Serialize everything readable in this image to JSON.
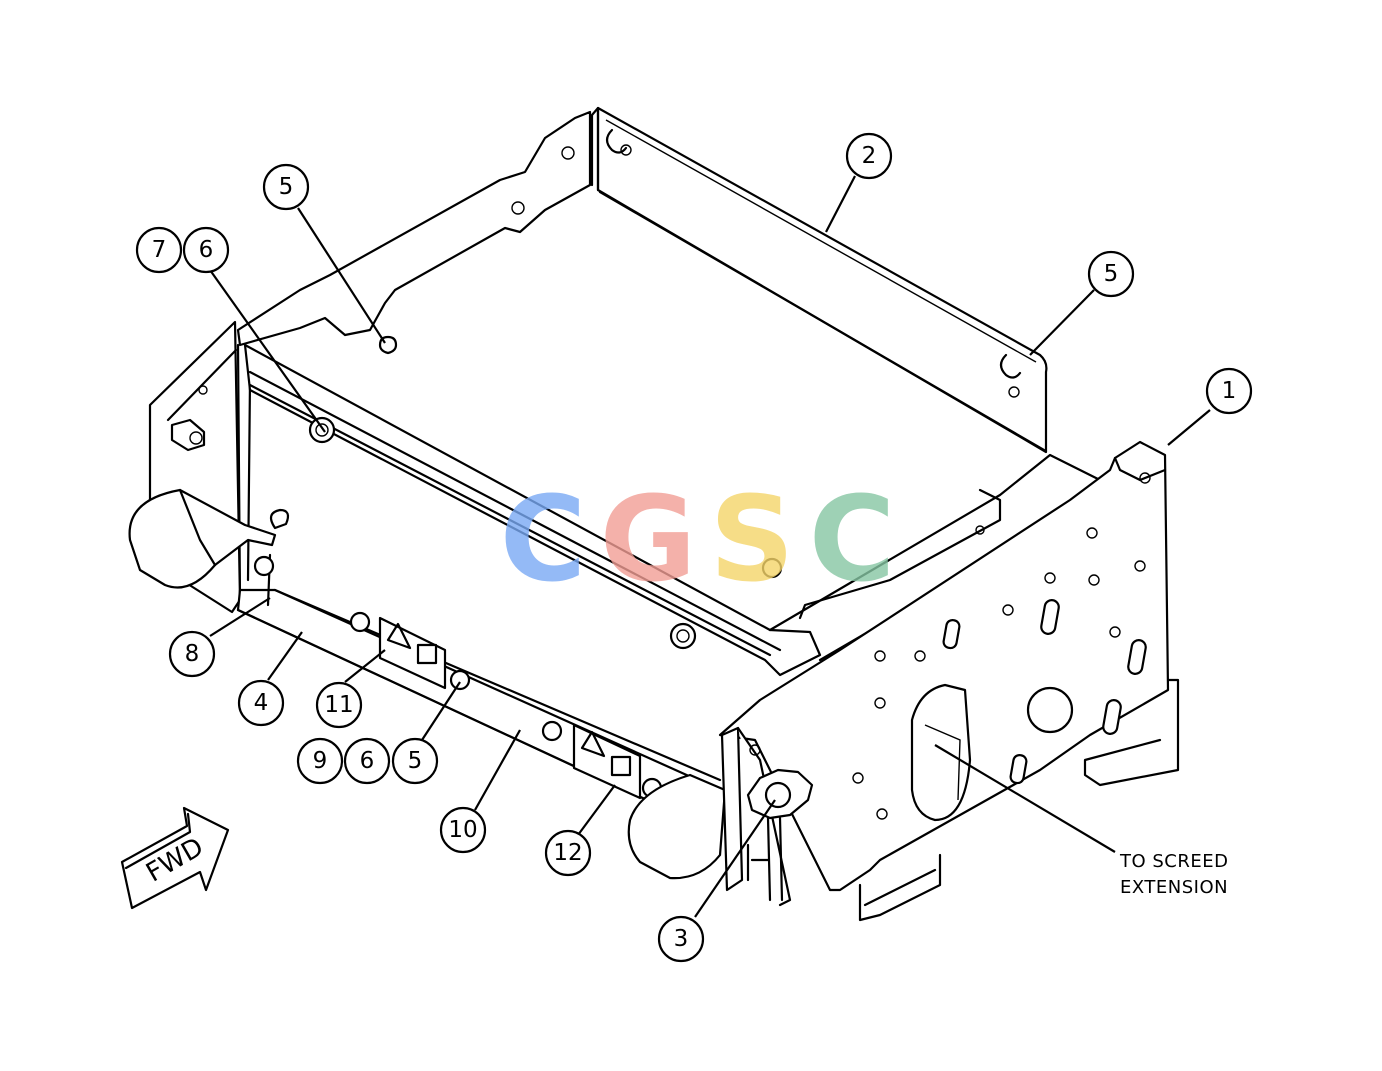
{
  "callouts": [
    {
      "label": "1"
    },
    {
      "label": "2"
    },
    {
      "label": "3"
    },
    {
      "label": "4"
    },
    {
      "label": "5"
    },
    {
      "label": "5"
    },
    {
      "label": "5"
    },
    {
      "label": "6"
    },
    {
      "label": "6"
    },
    {
      "label": "7"
    },
    {
      "label": "8"
    },
    {
      "label": "9"
    },
    {
      "label": "10"
    },
    {
      "label": "11"
    },
    {
      "label": "12"
    }
  ],
  "note": {
    "line1": "TO SCREED",
    "line2": "EXTENSION"
  },
  "fwd_arrow": {
    "label": "FWD"
  },
  "watermark": {
    "letters": [
      "C",
      "G",
      "S",
      "C"
    ],
    "colors": [
      "#7aaaf5",
      "#f29e95",
      "#f5d56a",
      "#86c6a3"
    ]
  }
}
